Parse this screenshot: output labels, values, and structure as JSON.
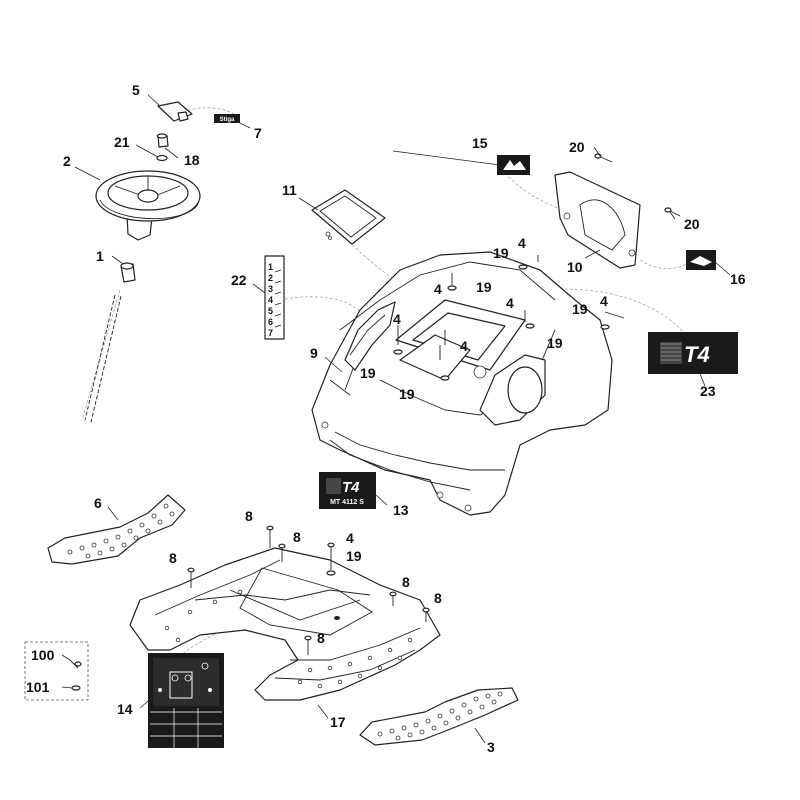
{
  "callouts": {
    "c1": "1",
    "c2": "2",
    "c3": "3",
    "c4a": "4",
    "c4b": "4",
    "c4c": "4",
    "c4d": "4",
    "c4e": "4",
    "c4f": "4",
    "c4g": "4",
    "c5": "5",
    "c6": "6",
    "c7": "7",
    "c8a": "8",
    "c8b": "8",
    "c8c": "8",
    "c8d": "8",
    "c8e": "8",
    "c8f": "8",
    "c9": "9",
    "c10": "10",
    "c11": "11",
    "c13": "13",
    "c14": "14",
    "c15": "15",
    "c16": "16",
    "c17": "17",
    "c18": "18",
    "c19a": "19",
    "c19b": "19",
    "c19c": "19",
    "c19d": "19",
    "c19e": "19",
    "c19f": "19",
    "c20a": "20",
    "c20b": "20",
    "c21": "21",
    "c22": "22",
    "c23": "23",
    "c100": "100",
    "c101": "101"
  },
  "decal13": {
    "logo": "T4",
    "model": "MT 4112 S"
  },
  "decal23": {
    "logo": "T4"
  },
  "decal7": {
    "text": "Stiga"
  },
  "gear_labels": [
    "1",
    "2",
    "3",
    "4",
    "5",
    "6",
    "7"
  ],
  "colors": {
    "ink": "#222222",
    "decal": "#1a1a1a",
    "background": "#ffffff"
  }
}
